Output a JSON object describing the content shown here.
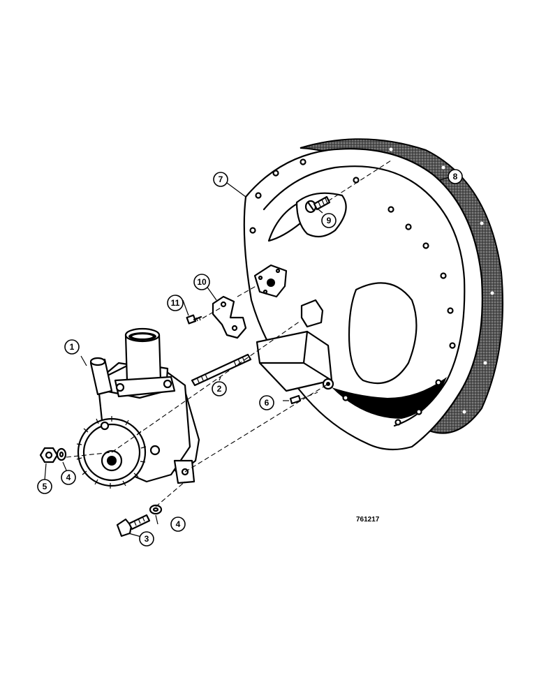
{
  "figure_number": "761217",
  "callouts": [
    {
      "id": "1",
      "label": "1"
    },
    {
      "id": "2",
      "label": "2"
    },
    {
      "id": "3",
      "label": "3"
    },
    {
      "id": "4a",
      "label": "4"
    },
    {
      "id": "4b",
      "label": "4"
    },
    {
      "id": "5",
      "label": "5"
    },
    {
      "id": "6",
      "label": "6"
    },
    {
      "id": "7",
      "label": "7"
    },
    {
      "id": "8",
      "label": "8"
    },
    {
      "id": "9",
      "label": "9"
    },
    {
      "id": "10",
      "label": "10"
    },
    {
      "id": "11",
      "label": "11"
    }
  ],
  "colors": {
    "ink": "#000000",
    "paper": "#ffffff"
  }
}
